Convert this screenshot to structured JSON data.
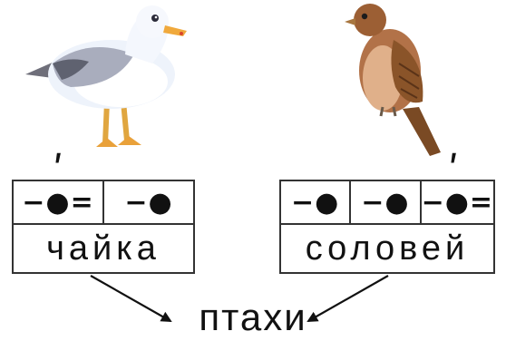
{
  "left": {
    "scheme": [
      "−●=",
      "−●"
    ],
    "stress_mark": "ʹ",
    "word": "чайка",
    "bird_icon": "seagull-illustration"
  },
  "right": {
    "scheme": [
      "−●",
      "−●",
      "−●="
    ],
    "stress_mark": "ʹ",
    "word": "соловей",
    "bird_icon": "nightingale-illustration"
  },
  "result": "птахи"
}
